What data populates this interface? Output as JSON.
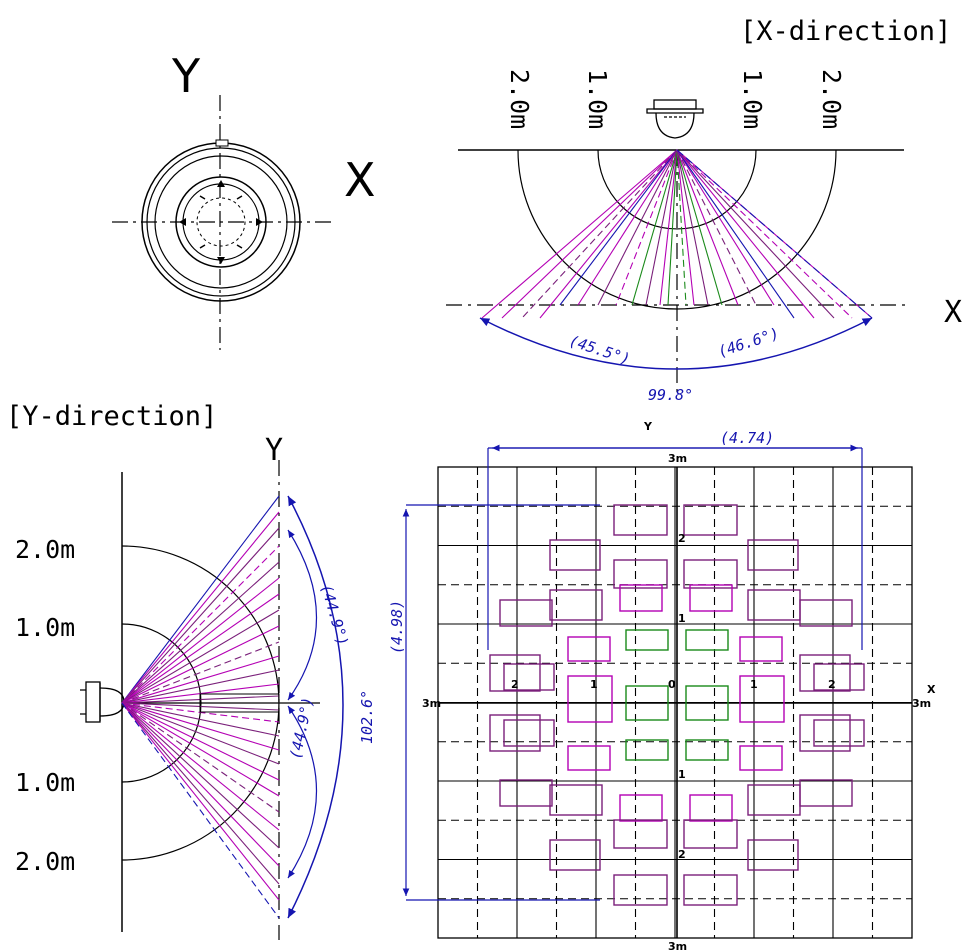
{
  "colors": {
    "magenta": "#b400b4",
    "purple": "#7a1f7a",
    "green": "#1a8a1a",
    "blue": "#1515b0",
    "black": "#000000"
  },
  "sensor": {
    "y_axis_label": "Y",
    "x_axis_label": "X"
  },
  "x_direction": {
    "title": "[X-direction]",
    "dist_labels": [
      "2.0m",
      "1.0m",
      "1.0m",
      "2.0m"
    ],
    "axis_label": "X",
    "angle_left": "(45.5°)",
    "angle_right": "(46.6°)",
    "angle_total": "99.8°"
  },
  "y_direction": {
    "title": "[Y-direction]",
    "axis_label": "Y",
    "dist_labels": [
      "2.0m",
      "1.0m",
      "1.0m",
      "2.0m"
    ],
    "angle_upper": "(44.9°)",
    "angle_lower": "(44.9°)",
    "angle_total": "102.6°"
  },
  "coverage_grid": {
    "top_axis_label": "Y",
    "right_axis_label": "X",
    "width_label": "(4.74)",
    "height_label": "(4.98)",
    "tick_top": "3m",
    "tick_bottom": "3m",
    "tick_left": "3m",
    "tick_right": "3m",
    "x_ticks": [
      "2",
      "1",
      "0",
      "1",
      "2"
    ],
    "y_ticks": [
      "2",
      "1",
      "1",
      "2"
    ]
  }
}
